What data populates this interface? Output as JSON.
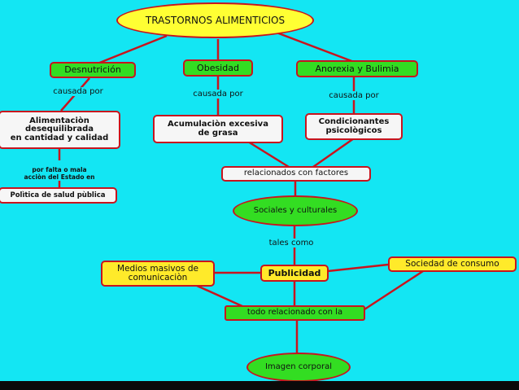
{
  "colors": {
    "background": "#13e6f3",
    "connector": "#c8141e",
    "root_fill": "#ffff33",
    "green_fill": "#33dd22",
    "white_fill": "#f6f6f6",
    "yellow_fill": "#ffea2a"
  },
  "nodes": {
    "root": "TRASTORNOS ALIMENTICIOS",
    "desnutricion": "Desnutrición",
    "obesidad": "Obesidad",
    "anorexia": "Anorexia y Bulimia",
    "alimentacion": "Alimentaciòn\ndesequilibrada\nen cantidad y calidad",
    "politica": "Polìtica de salud pùblica",
    "acumulacion": "Acumulaciòn excesiva\nde grasa",
    "condicionantes": "Condicionantes\npsicològicos",
    "relacionados": "relacionados con factores",
    "sociales": "Sociales y culturales",
    "publicidad": "Publicidad",
    "medios": "Medios masivos de\ncomunicaciòn",
    "sociedad": "Sociedad de consumo",
    "todo": "todo relacionado con la",
    "imagen": "Imagen corporal"
  },
  "labels": {
    "causada_por_1": "causada por",
    "causada_por_2": "causada por",
    "causada_por_3": "causada por",
    "por_falta": "por falta o mala\nacciòn del Estado en",
    "tales_como": "tales como"
  }
}
